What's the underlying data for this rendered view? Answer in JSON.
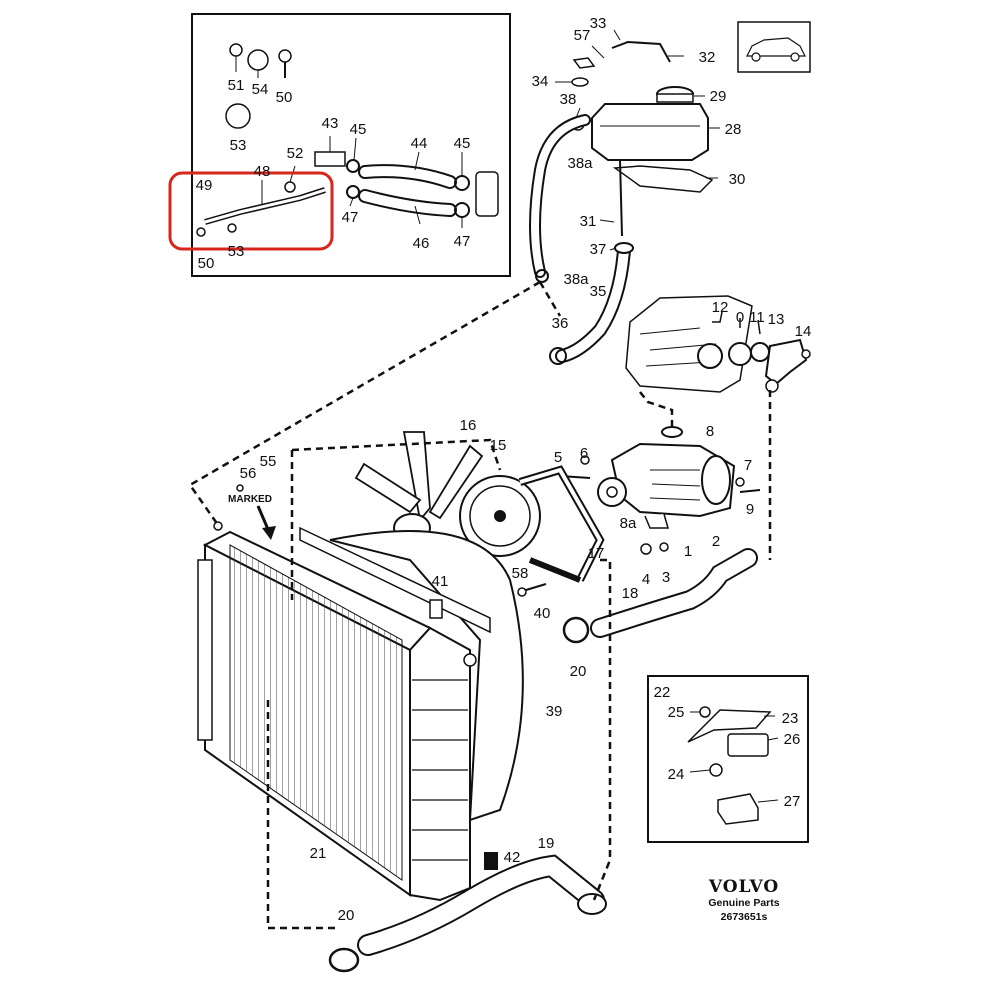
{
  "brand": {
    "name": "VOLVO",
    "subtitle": "Genuine Parts",
    "part_number": "2673651s"
  },
  "marked_text": "MARKED",
  "highlight_color": "#d9261c",
  "callouts": {
    "c1": "1",
    "c2": "2",
    "c3": "3",
    "c4": "4",
    "c5": "5",
    "c6": "6",
    "c7": "7",
    "c8": "8",
    "c8a": "8a",
    "c9": "9",
    "c11": "11",
    "c12": "12",
    "c13": "13",
    "c14": "14",
    "c15": "15",
    "c16": "16",
    "c17": "17",
    "c18": "18",
    "c19": "19",
    "c20a": "20",
    "c20b": "20",
    "c21": "21",
    "c22": "22",
    "c23": "23",
    "c24": "24",
    "c25": "25",
    "c26": "26",
    "c27": "27",
    "c28": "28",
    "c29": "29",
    "c30": "30",
    "c31": "31",
    "c32": "32",
    "c33": "33",
    "c34": "34",
    "c35": "35",
    "c36": "36",
    "c37": "37",
    "c38": "38",
    "c38a1": "38a",
    "c38a2": "38a",
    "c39": "39",
    "c40": "40",
    "c41": "41",
    "c42": "42",
    "c43": "43",
    "c44": "44",
    "c45a": "45",
    "c45b": "45",
    "c46": "46",
    "c47a": "47",
    "c47b": "47",
    "c48": "48",
    "c49": "49",
    "c50a": "50",
    "c50b": "50",
    "c51": "51",
    "c52": "52",
    "c53a": "53",
    "c53b": "53",
    "c54": "54",
    "c55": "55",
    "c56": "56",
    "c57": "57",
    "c58": "58",
    "c10": "0"
  }
}
